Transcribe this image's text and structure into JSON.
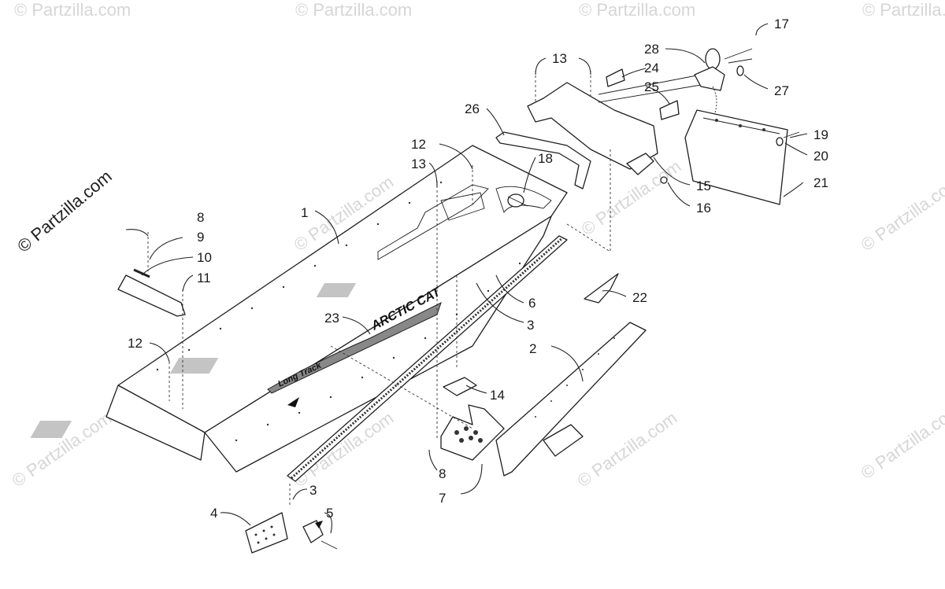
{
  "copyright": "© Partzilla.com",
  "watermark": "© Partzilla.com",
  "decals": {
    "brand": "ARCTIC CAT",
    "script": "Long Track"
  },
  "callouts": [
    {
      "id": "c1",
      "number": "1"
    },
    {
      "id": "c2",
      "number": "2"
    },
    {
      "id": "c3a",
      "number": "3"
    },
    {
      "id": "c3b",
      "number": "3"
    },
    {
      "id": "c4",
      "number": "4"
    },
    {
      "id": "c5",
      "number": "5"
    },
    {
      "id": "c6",
      "number": "6"
    },
    {
      "id": "c7",
      "number": "7"
    },
    {
      "id": "c8a",
      "number": "8"
    },
    {
      "id": "c8b",
      "number": "8"
    },
    {
      "id": "c9",
      "number": "9"
    },
    {
      "id": "c10",
      "number": "10"
    },
    {
      "id": "c11",
      "number": "11"
    },
    {
      "id": "c12a",
      "number": "12"
    },
    {
      "id": "c12b",
      "number": "12"
    },
    {
      "id": "c13a",
      "number": "13"
    },
    {
      "id": "c13b",
      "number": "13"
    },
    {
      "id": "c14",
      "number": "14"
    },
    {
      "id": "c15",
      "number": "15"
    },
    {
      "id": "c16",
      "number": "16"
    },
    {
      "id": "c17",
      "number": "17"
    },
    {
      "id": "c18",
      "number": "18"
    },
    {
      "id": "c19",
      "number": "19"
    },
    {
      "id": "c20",
      "number": "20"
    },
    {
      "id": "c21",
      "number": "21"
    },
    {
      "id": "c22",
      "number": "22"
    },
    {
      "id": "c23",
      "number": "23"
    },
    {
      "id": "c24",
      "number": "24"
    },
    {
      "id": "c25",
      "number": "25"
    },
    {
      "id": "c26",
      "number": "26"
    },
    {
      "id": "c27",
      "number": "27"
    },
    {
      "id": "c28",
      "number": "28"
    }
  ]
}
